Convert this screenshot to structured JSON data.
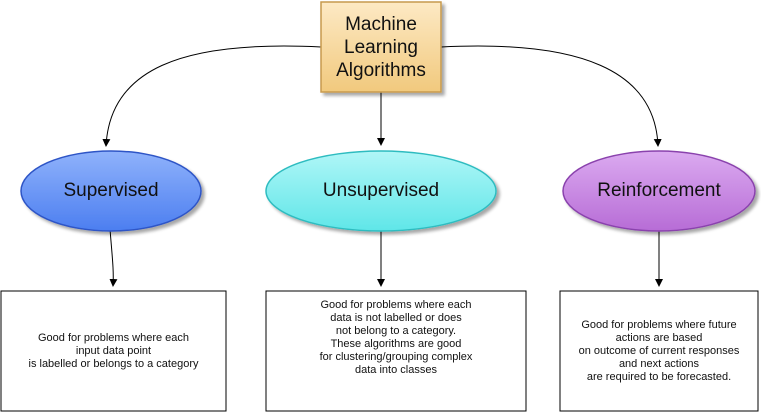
{
  "root": {
    "label": "Machine\nLearning\nAlgorithms"
  },
  "categories": [
    {
      "label": "Supervised",
      "fill": "#4c7ef0",
      "stroke": "#2d54c6",
      "description": "Good for problems where each\ninput data point\nis labelled or belongs to a category"
    },
    {
      "label": "Unsupervised",
      "fill": "#5fe6e8",
      "stroke": "#2fbcc0",
      "description": "Good for problems where each\ndata is not labelled or does\nnot belong to a category.\nThese algorithms are good\nfor clustering/grouping complex\ndata into classes"
    },
    {
      "label": "Reinforcement",
      "fill": "#b76cd6",
      "stroke": "#8a43ad",
      "description": "Good for problems where future\nactions are based\non outcome of current responses\nand next actions\nare required to be forecasted."
    }
  ],
  "colors": {
    "root_fill_top": "#fde9c4",
    "root_fill_bottom": "#f1c97d",
    "root_stroke": "#c79a4e",
    "edge": "#000000"
  }
}
